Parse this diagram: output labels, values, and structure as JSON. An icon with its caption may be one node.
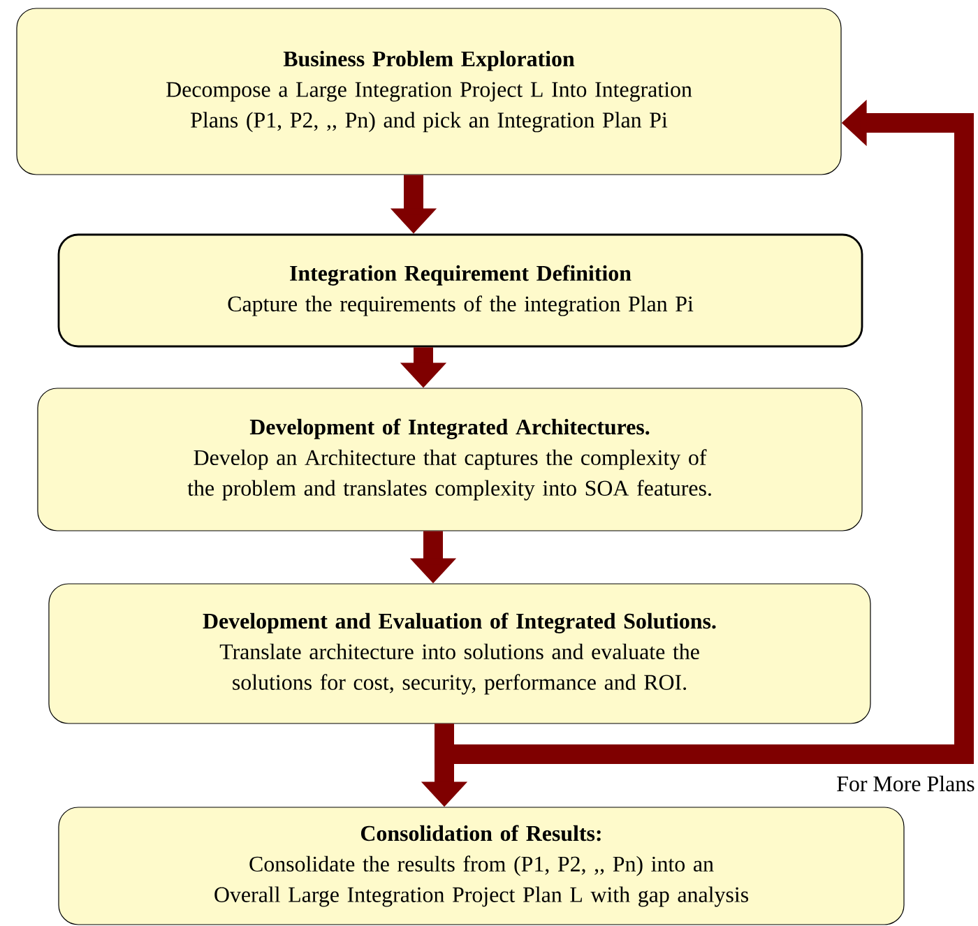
{
  "diagram": {
    "nodes": [
      {
        "text": [
          "Business Problem Exploration",
          "Decompose a Large Integration Project  L Into Integration Plans (P1, P2, ,, Pn) and  pick an Integration Plan Pi"
        ]
      },
      {
        "text": [
          "Integration Requirement Definition",
          "Capture the  requirements of the integration Plan Pi"
        ]
      },
      {
        "text": [
          "Development of Integrated Architectures.",
          "Develop an Architecture that captures the complexity of the problem and  translates complexity into SOA  features."
        ]
      },
      {
        "text": [
          "Development and Evaluation of Integrated Solutions.",
          "Translate architecture into solutions and  evaluate the solutions for cost, security, performance and ROI."
        ]
      },
      {
        "text": [
          "Consolidation of Results:",
          "Consolidate the results from (P1, P2, ,, Pn) into an Overall Large Integration Project Plan L with gap analysis"
        ]
      }
    ],
    "edges": [
      {
        "from": 0,
        "to": 1,
        "arrow": "to"
      },
      {
        "from": 1,
        "to": 2,
        "arrow": "to"
      },
      {
        "from": 2,
        "to": 3,
        "arrow": "to"
      },
      {
        "from": 3,
        "to": 4,
        "arrow": "to"
      },
      {
        "from": 3,
        "to": 0,
        "arrow": "to",
        "label": "For More Plans"
      }
    ]
  }
}
